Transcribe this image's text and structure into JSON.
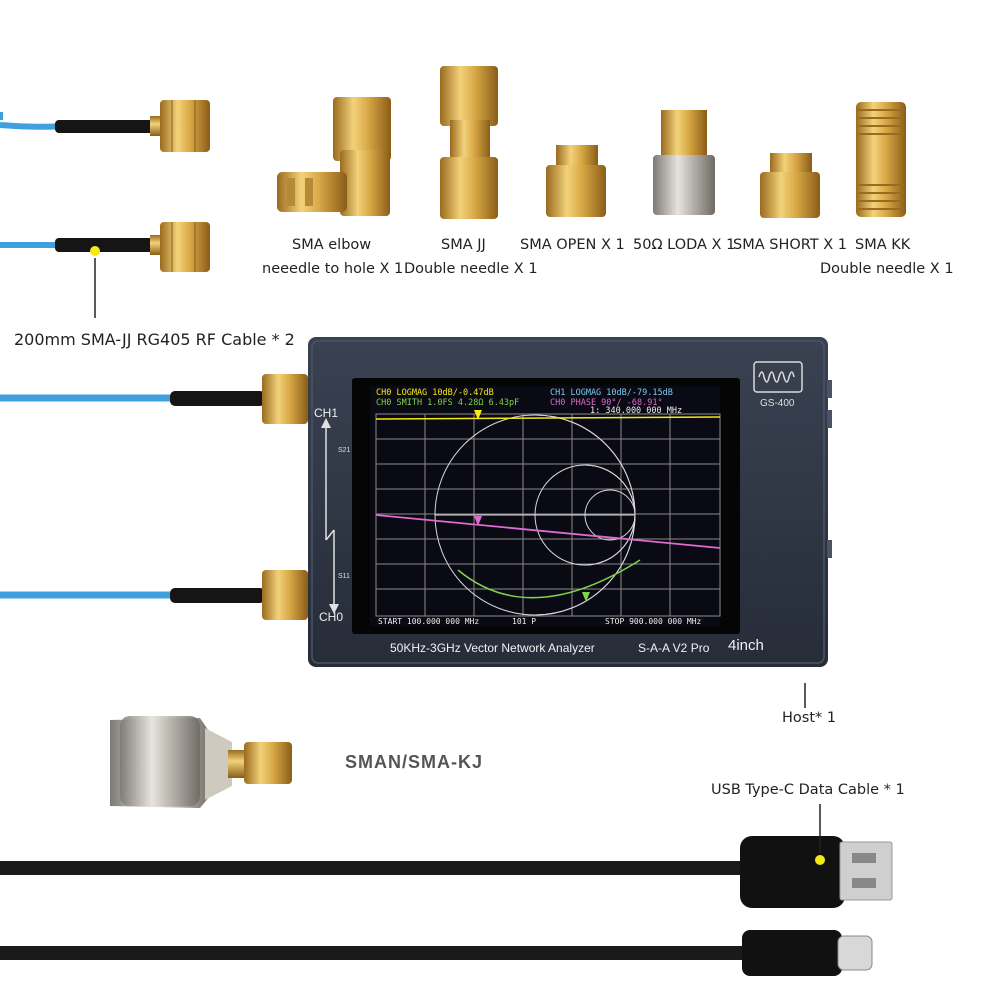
{
  "accessories": [
    {
      "line1": "SMA elbow",
      "line2": "neeedle to hole  X 1"
    },
    {
      "line1": "SMA JJ",
      "line2": "Double needle X 1"
    },
    {
      "line1": "SMA OPEN X 1",
      "line2": ""
    },
    {
      "line1": "50Ω LODA X 1",
      "line2": ""
    },
    {
      "line1": "SMA SHORT X 1",
      "line2": ""
    },
    {
      "line1": "SMA KK",
      "line2": "Double needle X 1"
    }
  ],
  "cable_label": "200mm SMA-JJ RG405 RF Cable * 2",
  "host_label": "Host* 1",
  "adapter_label": "SMAN/SMA-KJ",
  "usb_label": "USB Type-C Data Cable * 1",
  "device": {
    "model_line": "50KHz-3GHz Vector Network Analyzer",
    "model_name": "S-A-A V2 Pro",
    "size": "4inch",
    "logo_text": "GS-400",
    "ch1": "CH1",
    "ch0": "CH0",
    "s21": "S21",
    "s11": "S11"
  },
  "screen": {
    "trace1": "CH0 LOGMAG 10dB/-0.47dB",
    "trace2": "CH0 SMITH 1.0FS  4.28Ω 6.43pF",
    "trace3": "CH1 LOGMAG 10dB/-79.15dB",
    "trace4": "CH0 PHASE 90°/  -68.91°",
    "marker": "1: 340.000 000 MHz",
    "start": "START 100.000 000 MHz",
    "points": "101 P",
    "stop": "STOP 900.000 000 MHz"
  },
  "colors": {
    "cable_blue": "#3ea0dc",
    "gold": "#d4a84a",
    "device_body": "#2d3442",
    "marker_yellow": "#f5e814"
  }
}
